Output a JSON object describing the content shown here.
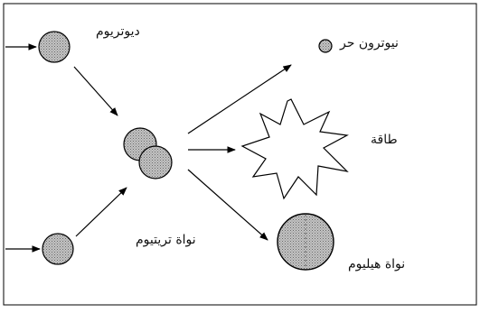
{
  "labels": {
    "deuterium": "ديوتريوم",
    "tritium": "نواة تريتيوم",
    "neutron": "نيوترون حر",
    "energy": "طاقة",
    "helium": "نواة هيليوم"
  },
  "colors": {
    "particle_fill": "#a8a8a8",
    "stroke": "#000000",
    "frame": "#000000"
  },
  "icons": [
    "arrow",
    "particle-circle",
    "starburst-energy"
  ]
}
